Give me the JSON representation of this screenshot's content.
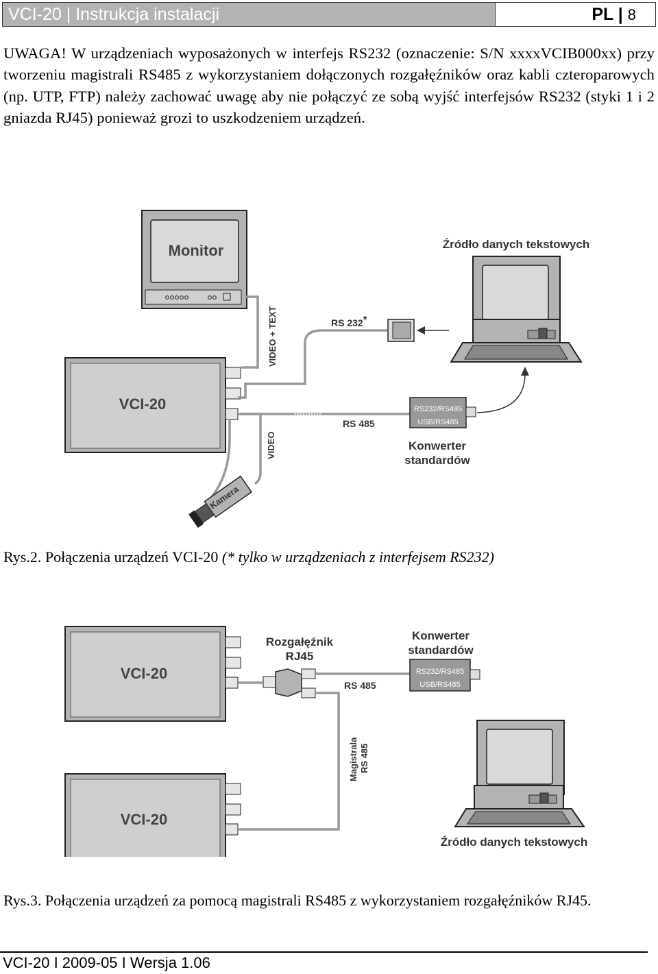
{
  "header": {
    "title": "VCI-20 | Instrukcja instalacji",
    "lang": "PL",
    "page": "8"
  },
  "warning": "UWAGA! W urządzeniach wyposażonych w interfejs RS232 (oznaczenie: S/N xxxxVCIB000xx) przy tworzeniu magistrali RS485 z wykorzystaniem dołączonych rozgałęźników oraz kabli czteroparowych (np. UTP, FTP) należy zachować uwagę aby nie połączyć ze sobą wyjść interfejsów RS232 (styki 1 i 2 gniazda RJ45) ponieważ grozi to uszkodzeniem urządzeń.",
  "fig2": {
    "monitor": "Monitor",
    "source": "Źródło danych tekstowych",
    "video_text": "VIDEO + TEXT",
    "rs232": "RS 232",
    "asterisk": "*",
    "device": "VCI-20",
    "rs485": "RS 485",
    "conv1": "RS232/RS485",
    "conv2": "USB/RS485",
    "conv_label1": "Konwerter",
    "conv_label2": "standardów",
    "video": "VIDEO",
    "camera": "Kamera",
    "caption_main": "Rys.2. Połączenia urządzeń VCI-20 ",
    "caption_italic": "(* tylko w urządzeniach z interfejsem RS232)"
  },
  "fig3": {
    "device1": "VCI-20",
    "device2": "VCI-20",
    "splitter1": "Rozgałęźnik",
    "splitter2": "RJ45",
    "conv_label1": "Konwerter",
    "conv_label2": "standardów",
    "conv1": "RS232/RS485",
    "conv2": "USB/RS485",
    "rs485": "RS 485",
    "bus1": "Magistrala",
    "bus2": "RS 485",
    "source": "Źródło danych tekstowych",
    "caption": "Rys.3. Połączenia urządzeń za pomocą magistrali RS485 z wykorzystaniem rozgałęźników RJ45."
  },
  "footer": "VCI-20 I 2009-05 I Wersja 1.06"
}
